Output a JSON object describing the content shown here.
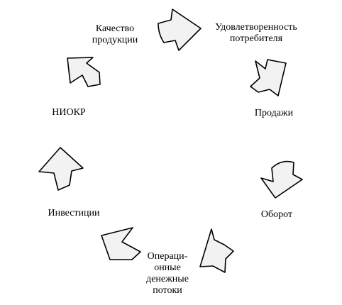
{
  "diagram": {
    "nodes": [
      {
        "id": "quality",
        "lines": [
          "Качество",
          "продукции"
        ]
      },
      {
        "id": "satisfaction",
        "lines": [
          "Удовлетворенность",
          "потребителя"
        ]
      },
      {
        "id": "sales",
        "lines": [
          "Продажи"
        ]
      },
      {
        "id": "turnover",
        "lines": [
          "Оборот"
        ]
      },
      {
        "id": "cashflow",
        "lines": [
          "Операци-",
          "онные",
          "денежные",
          "потоки"
        ]
      },
      {
        "id": "investments",
        "lines": [
          "Инвестиции"
        ]
      },
      {
        "id": "rnd",
        "lines": [
          "НИОКР"
        ]
      }
    ],
    "arrow_fill": "#f2f2f2",
    "arrow_stroke": "#000000"
  }
}
